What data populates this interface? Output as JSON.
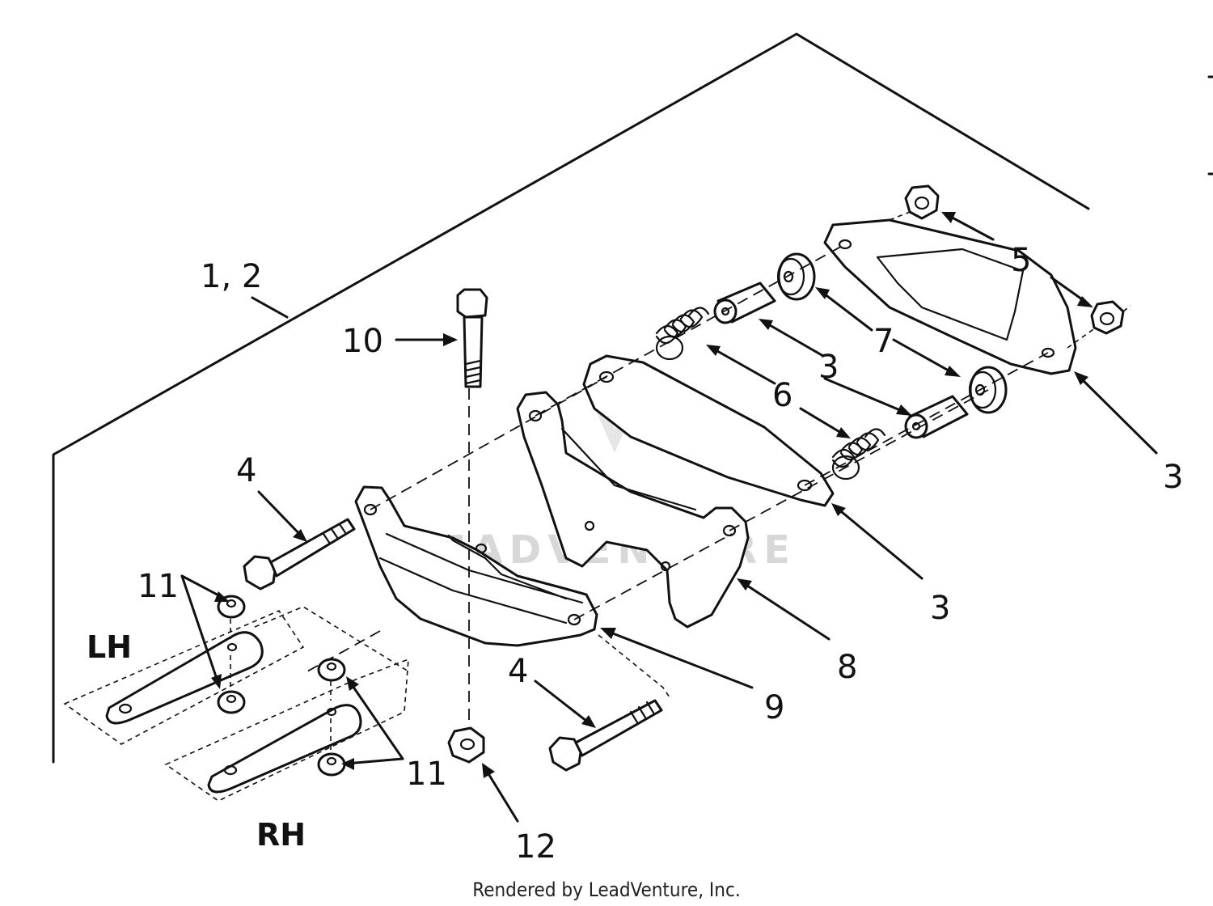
{
  "labels": {
    "assembly": "1, 2",
    "bolt_top": "10",
    "nut_top": "5",
    "bushing_top": "7",
    "spacer_top": "3",
    "spring_top": "6",
    "plate_right": "3",
    "plate_mid": "3",
    "bolt_left": "4",
    "bolt_bottom": "4",
    "bracket_8": "8",
    "bracket_9": "9",
    "washer_lh": "11",
    "washer_rh": "11",
    "nut_bottom": "12"
  },
  "side_labels": {
    "lh": "LH",
    "rh": "RH"
  },
  "watermark": "LEADVENTURE",
  "credit": "Rendered by LeadVenture, Inc."
}
